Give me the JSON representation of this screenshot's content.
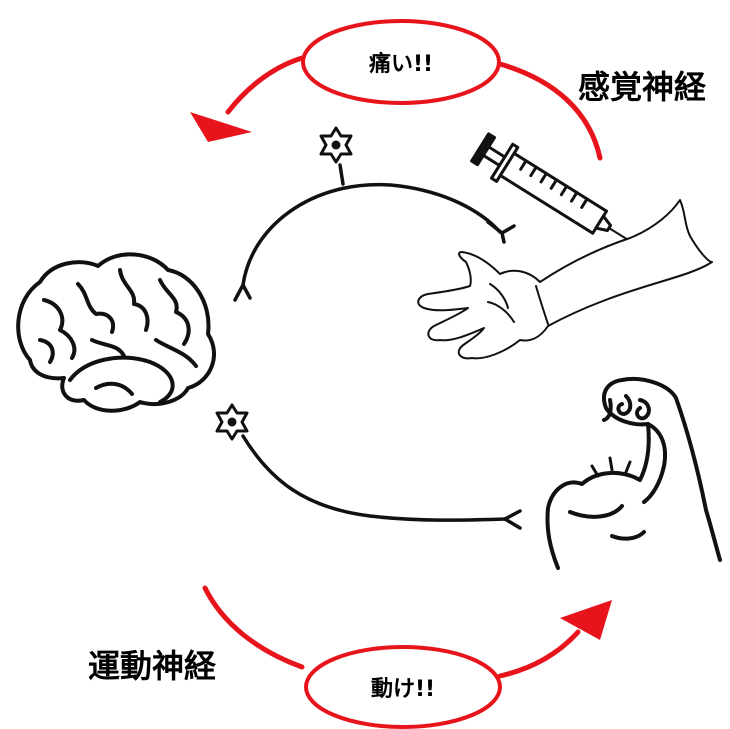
{
  "labels": {
    "pain_bubble": "痛い!!",
    "sensory_nerve": "感覚神経",
    "move_bubble": "動け!!",
    "motor_nerve": "運動神経"
  },
  "colors": {
    "arrow": "#e8141c",
    "line": "#111111",
    "background": "#ffffff"
  },
  "icons": {
    "brain": "brain-icon",
    "arm_injection": "arm-injection-icon",
    "syringe": "syringe-icon",
    "bicep": "flexed-bicep-icon",
    "sensory_cell": "nerve-cell-body-icon",
    "motor_cell": "nerve-cell-body-icon"
  }
}
